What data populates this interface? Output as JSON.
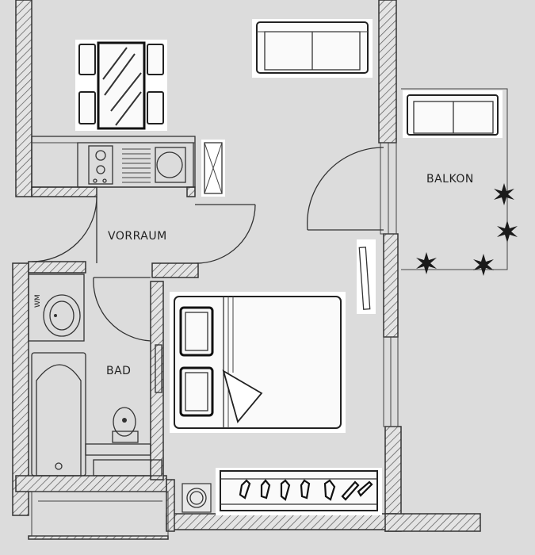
{
  "rooms": {
    "vorraum": "VORRAUM",
    "bad": "BAD",
    "balkon": "BALKON"
  },
  "fixtures": {
    "wm": "WM"
  },
  "colors": {
    "paper": "#dcdcdc",
    "line": "#333333",
    "furniture_fill": "#ffffff",
    "plant": "#1a1a1a"
  }
}
